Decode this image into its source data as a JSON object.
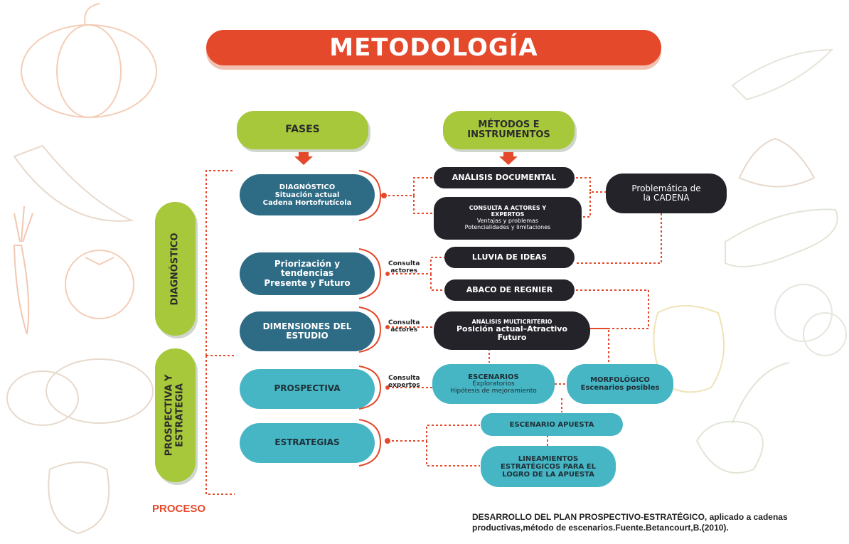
{
  "title": "METODOLOGÍA",
  "headers": {
    "fases": "FASES",
    "metodos_line1": "MÉTODOS E",
    "metodos_line2": "INSTRUMENTOS"
  },
  "side_labels": {
    "diagnostico": "DIAGNÓSTICO",
    "prospectiva_line1": "PROSPECTIVA Y",
    "prospectiva_line2": "ESTRATEGIA"
  },
  "phases": {
    "diagnostico": [
      "DIAGNÓSTICO",
      "Situación actual",
      "Cadena Hortofrutícola"
    ],
    "priorizacion": [
      "Priorización y",
      "tendencias",
      "Presente y Futuro"
    ],
    "dimensiones": [
      "DIMENSIONES DEL",
      "ESTUDIO"
    ],
    "prospectiva": "PROSPECTIVA",
    "estrategias": "ESTRATEGIAS"
  },
  "methods": {
    "analisis_documental": "ANÁLISIS DOCUMENTAL",
    "consulta_actores": [
      "CONSULTA A ACTORES Y",
      "EXPERTOS",
      "Ventajas y problemas",
      "Potencialidades y limitaciones"
    ],
    "lluvia_ideas": "LLUVIA DE IDEAS",
    "abaco": "ABACO DE REGNIER",
    "multicriterio": [
      "ANÁLISIS MULTICRITERIO",
      "Posición actual–Atractivo",
      "Futuro"
    ],
    "escenarios": [
      "ESCENARIOS",
      "Exploratorios",
      "Hipótesis de mejoramiento"
    ],
    "morfologico": [
      "MORFOLÓGICO",
      "Escenarios posibles"
    ],
    "escenario_apuesta": "ESCENARIO APUESTA",
    "lineamientos": [
      "LINEAMIENTOS",
      "ESTRATÉGICOS PARA EL",
      "LOGRO DE LA APUESTA"
    ],
    "problematica": [
      "Problemática de",
      "la CADENA"
    ]
  },
  "consult_tags": {
    "actores_1": [
      "Consulta",
      "actores"
    ],
    "actores_2": [
      "Consulta",
      "actores"
    ],
    "expertos": [
      "Consulta",
      "expertos"
    ]
  },
  "proceso": "PROCESO",
  "caption": [
    "DESARROLLO DEL PLAN PROSPECTIVO-ESTRATÉGICO, aplicado a cadenas",
    "productivas,método de escenarios.Fuente.Betancourt,B.(2010)."
  ],
  "colors": {
    "title_red": "#e4492c",
    "phase_green": "#a7c83a",
    "phase_blue": "#2e6b85",
    "phase_cyan": "#46b5c4",
    "method_dark": "#25232a",
    "connector_red": "#e4492c"
  }
}
